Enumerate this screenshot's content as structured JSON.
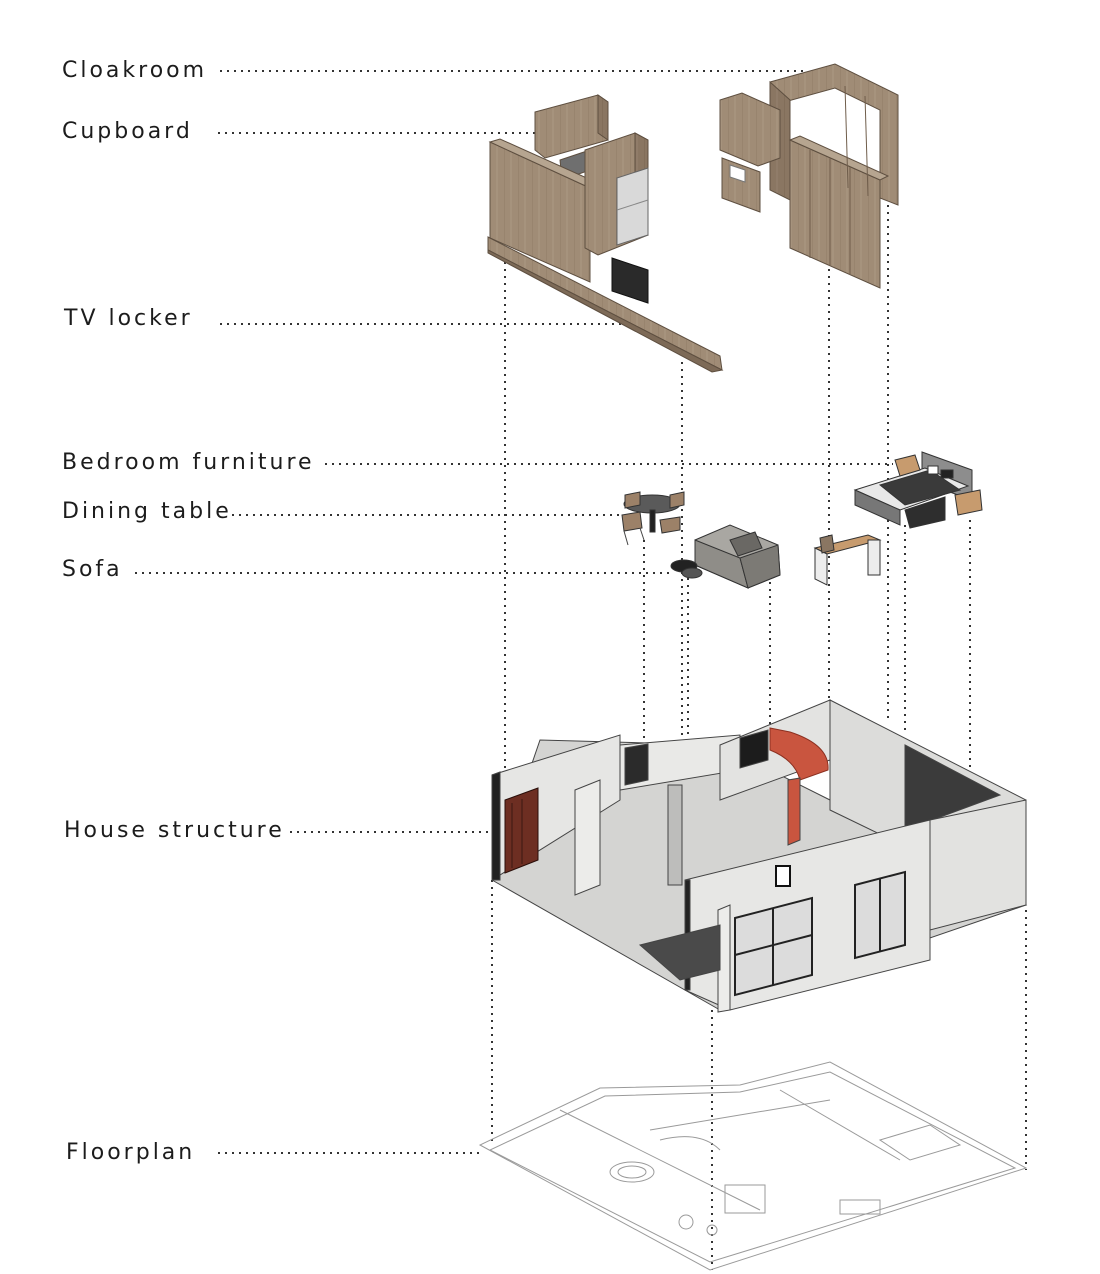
{
  "labels": {
    "cloakroom": "Cloakroom",
    "cupboard": "Cupboard",
    "tv_locker": "TV locker",
    "bedroom_furniture": "Bedroom furniture",
    "dining_table": "Dining table",
    "sofa": "Sofa",
    "house_structure": "House structure",
    "floorplan": "Floorplan"
  },
  "colors": {
    "wood": "#a08c76",
    "wood_dark": "#7d6a57",
    "wall": "#e4e4e2",
    "wall_shade": "#cfcfcc",
    "accent_red": "#c9553f",
    "leader_line": "#333333",
    "plan_line": "#9a9a9a"
  }
}
